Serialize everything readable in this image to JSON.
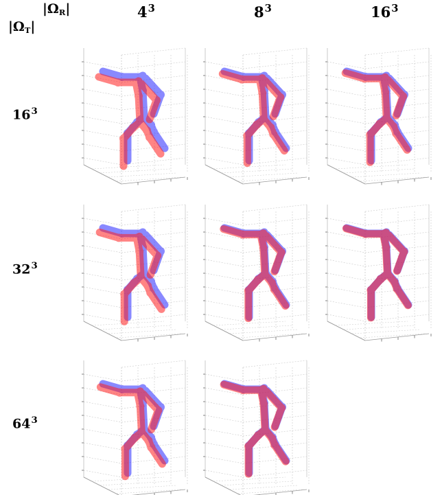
{
  "corner": {
    "row_axis": "Ω",
    "row_axis_sub": "R",
    "col_axis": "Ω",
    "col_axis_sub": "T"
  },
  "columns": [
    {
      "base": "4",
      "exp": "3"
    },
    {
      "base": "8",
      "exp": "3"
    },
    {
      "base": "16",
      "exp": "3"
    }
  ],
  "rows": [
    {
      "base": "16",
      "exp": "3"
    },
    {
      "base": "32",
      "exp": "3"
    },
    {
      "base": "64",
      "exp": "3"
    }
  ],
  "colors": {
    "prediction": "#ff2020",
    "ground_truth": "#2a2aff",
    "grid": "#c8c8c8"
  },
  "panels": [
    {
      "row": 0,
      "col": 0,
      "offset": 1.0
    },
    {
      "row": 0,
      "col": 1,
      "offset": 0.45
    },
    {
      "row": 0,
      "col": 2,
      "offset": 0.3
    },
    {
      "row": 1,
      "col": 0,
      "offset": 0.8
    },
    {
      "row": 1,
      "col": 1,
      "offset": 0.2
    },
    {
      "row": 1,
      "col": 2,
      "offset": 0.1
    },
    {
      "row": 2,
      "col": 0,
      "offset": 0.6
    },
    {
      "row": 2,
      "col": 1,
      "offset": 0.15
    }
  ]
}
